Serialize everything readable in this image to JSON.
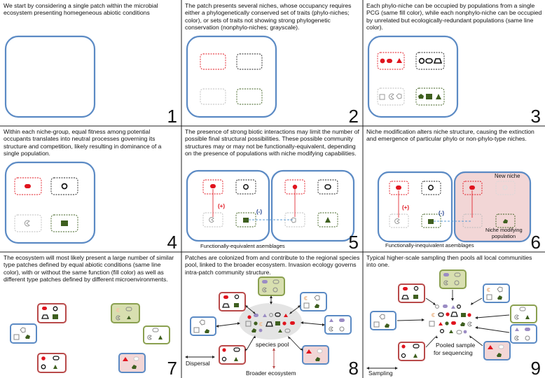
{
  "panels": [
    {
      "num": "1",
      "text": "We start by considering a single patch within the microbial ecosystem presenting homegeneous abiotic conditions"
    },
    {
      "num": "2",
      "text": "The patch presents several niches, whose occupancy requires  either a phylogenetically conserved set of traits (phylo-niches; color), or sets of traits not showing strong phylogenetic conservation (nonphylo-niches; grayscale)."
    },
    {
      "num": "3",
      "text": "Each phylo-niche can be occupied by populations from a single PCG (same fill color), while each nonphylo-niche can be occupied by unrelated but ecologically-redundant populations (same line color)."
    },
    {
      "num": "4",
      "text": "Within each niche-group, equal fitness among potential occupants translates into neutral processes governing its structure and competition, likely resulting in dominance of a single population."
    },
    {
      "num": "5",
      "text": "The presence of strong biotic interactions may limit the number of possible final structural possibilities. These possible community structures may or may not be functionally-equivalent, depending on the presence of populations with niche modifying capabilities."
    },
    {
      "num": "6",
      "text": "Niche modification alters niche structure, causing the extinction and emergence of particular phylo or non-phylo-type niches."
    },
    {
      "num": "7",
      "text": "The ecosystem will most likely present a large number of similar type patches defined by equal abiotic conditions (same line color), with or without the same function (fill color) as well as different type patches defined by different microenvironments."
    },
    {
      "num": "8",
      "text": "Patches are colonized from and contribute to the regional species pool, linked to the broader ecosystem. Invasion ecology governs intra-patch community structure."
    },
    {
      "num": "9",
      "text": "Typical higher-scale sampling then pools all local communities into one."
    }
  ],
  "labels": {
    "plus": "(+)",
    "minus": "(-)",
    "functionally_equivalent": "Functionally-equivalent asemblages",
    "functionally_inequivalent": "Functionally-inequivalent asemblages",
    "new_niche": "New niche",
    "niche_modifying": "Niche modifying",
    "population": "population",
    "species_pool": "species pool",
    "dispersal": "Dispersal",
    "broader_ecosystem": "Broader ecosystem",
    "pooled_sample": "Pooled sample",
    "for_sequencing": "for sequencing",
    "sampling": "Sampling"
  },
  "colors": {
    "patch_blue": "#5b8ac4",
    "patch_red": "#b94a4a",
    "patch_green": "#8aa050",
    "red": "#e0141e",
    "green": "#3e5f1f",
    "pink_fill": "#f2d6d6",
    "olive_fill": "#d8dfb0",
    "blue_fill": "#d3def0",
    "grid": "#222222"
  }
}
